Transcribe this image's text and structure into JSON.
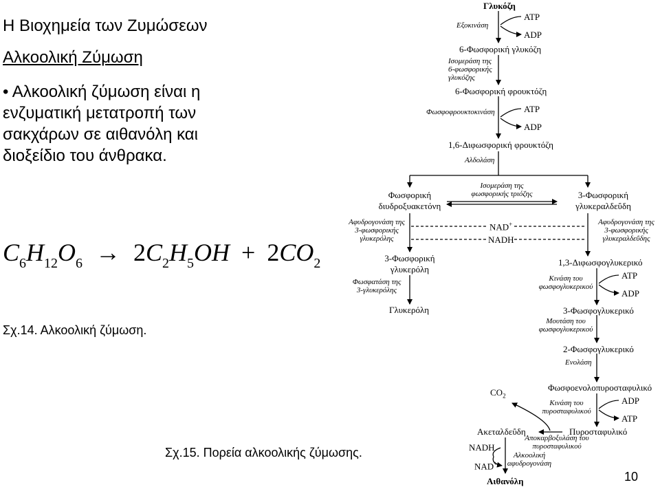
{
  "slide": {
    "title": "Η Βιοχημεία των Ζυμώσεων",
    "subtitle": "Αλκοολική Ζύμωση",
    "bullet_lines": [
      "• Αλκοολική ζύμωση είναι η",
      "ενζυματική μετατροπή των",
      "σακχάρων σε αιθανόλη και",
      "διοξείδιο του άνθρακα."
    ],
    "fig14_caption": "Σχ.14. Αλκοολική ζύμωση.",
    "fig15_caption": "Σχ.15. Πορεία αλκοολικής ζύμωσης.",
    "page_number": "10"
  },
  "equation": {
    "c": "C",
    "c_sub": "6",
    "h": "H",
    "h_sub": "12",
    "o": "O",
    "o_sub": "6",
    "arrow": "→",
    "p1_coef": "2",
    "p1_c": "C",
    "p1_c_sub": "2",
    "p1_h": "H",
    "p1_h_sub": "5",
    "p1_oh": "OH",
    "plus": "+",
    "p2_coef": "2",
    "p2_co": "CO",
    "p2_sub": "2"
  },
  "pathway": {
    "glucose": "Γλυκόζη",
    "hexokinase": "Εξοκινάση",
    "atp1": "ATP",
    "adp1": "ADP",
    "g6p": "6-Φωσφορική γλυκόζη",
    "isomerase_lines": [
      "Ισομεράση της",
      "6-φωσφορικής",
      "γλυκόζης"
    ],
    "f6p": "6-Φωσφορική φρουκτόζη",
    "pfk": "Φωσφοφρουκτοκινάση",
    "atp2": "ATP",
    "adp2": "ADP",
    "f16bp": "1,6-Διφωσφορική φρουκτόζη",
    "aldolase": "Αλδολάση",
    "dhap_lines": [
      "Φωσφορική",
      "διυδροξυακετόνη"
    ],
    "tpi_lines": [
      "Ισομεράση της",
      "φωσφορικής τριόζης"
    ],
    "gap_lines": [
      "3-Φωσφορική",
      "γλυκεραλδεΰδη"
    ],
    "g3pdh_left_lines": [
      "Αφυδρογονάση της",
      "3-φωσφορικής",
      "γλυκερόλης"
    ],
    "nad_plus": "NAD",
    "nadh": "NADH",
    "gapdh_right_lines": [
      "Αφυδρογονάση της",
      "3-φωσφορικής",
      "γλυκεραλδεΰδης"
    ],
    "g3p_lines": [
      "3-Φωσφορική",
      "γλυκερόλη"
    ],
    "phosphatase_lines": [
      "Φωσφατάση της",
      "3-γλυκερόλης"
    ],
    "glycerol": "Γλυκερόλη",
    "bpg": "1,3-Διφωσφογλυκερικό",
    "pgk_lines": [
      "Κινάση του",
      "φωσφογλυκερικού"
    ],
    "atp3": "ATP",
    "adp3": "ADP",
    "pg3": "3-Φωσφογλυκερικό",
    "mutase_lines": [
      "Μουτάση του",
      "φωσφογλυκερικού"
    ],
    "pg2": "2-Φωσφογλυκερικό",
    "enolase": "Ενολάση",
    "pep": "Φωσφοενολοπυροσταφυλικό",
    "pk_lines": [
      "Κινάση του",
      "πυροσταφυλικού"
    ],
    "adp4": "ADP",
    "atp4": "ATP",
    "co2": "CO",
    "co2_sub": "2",
    "acetaldehyde": "Ακεταλδεΰδη",
    "pyruvate": "Πυροσταφυλικό",
    "pdc_lines": [
      "Αποκαρβοξυλάση του",
      "πυροσταφυλικού"
    ],
    "nadh2": "NADH",
    "adh_lines": [
      "Αλκοολική",
      "αφυδρογονάση"
    ],
    "nad_plus2": "NAD",
    "ethanol": "Αιθανόλη",
    "plus_sign": "+"
  }
}
